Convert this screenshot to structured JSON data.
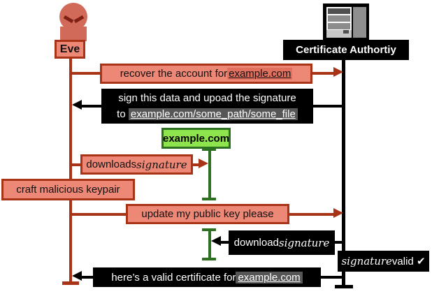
{
  "actors": {
    "eve": {
      "label": "Eve"
    },
    "ca": {
      "label": "Certificate Authortiy"
    },
    "site": {
      "label": "example.com"
    }
  },
  "messages": {
    "recover": {
      "prefix": "recover the account for ",
      "highlight": "example.com"
    },
    "sign": {
      "line1": "sign this data and upoad the signature",
      "line2_prefix": "to ",
      "line2_highlight": "example.com/some_path/some_file"
    },
    "downloads": {
      "prefix": "downloads ",
      "script_word": "signature"
    },
    "update": {
      "text": "update my public key please"
    },
    "download": {
      "prefix": "download ",
      "script_word": "signature"
    },
    "certificate": {
      "prefix": "here’s a valid certificate for ",
      "highlight": "example.com"
    }
  },
  "notes": {
    "craft": {
      "text": "craft malicious keypair"
    },
    "valid": {
      "script_word": "signature",
      "suffix": " valid ✔"
    }
  },
  "icons": {
    "eve": "person-icon",
    "ca": "server-icon"
  },
  "colors": {
    "salmon": "#ee8876",
    "salmon_highlight": "#e2705f",
    "red": "#a93316",
    "figure": "#d26a5a",
    "green_fill": "#8de44d",
    "green_dark": "#2d7022",
    "black": "#000000",
    "gray_highlight": "#565656"
  }
}
